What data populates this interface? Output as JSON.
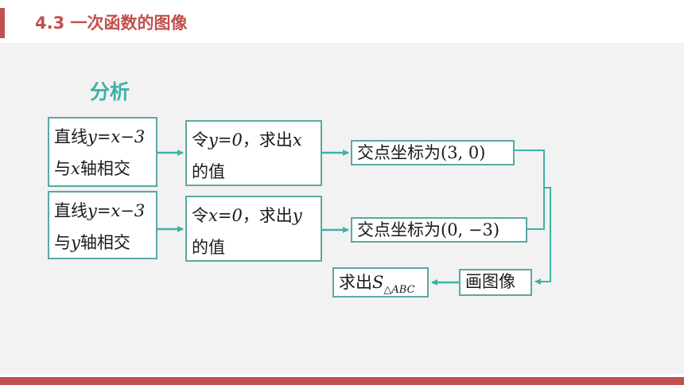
{
  "header": {
    "title": "4.3 一次函数的图像"
  },
  "section": {
    "label": "分析"
  },
  "flow": {
    "line1": {
      "l1a": "直线",
      "l1eq": "y=x−3",
      "l2a": "与",
      "l2var": "x",
      "l2b": "轴相交"
    },
    "line2": {
      "l1a": "直线",
      "l1eq": "y=x−3",
      "l2a": "与",
      "l2var": "y",
      "l2b": "轴相交"
    },
    "let1": {
      "l1a": "令",
      "l1eq": "y=0",
      "l1b": "，求出",
      "l1var": "x",
      "l2": "的值"
    },
    "let2": {
      "l1a": "令",
      "l1eq": "x=0",
      "l1b": "，求出",
      "l1var": "y",
      "l2": "的值"
    },
    "point1": "交点坐标为(3, 0)",
    "point2": "交点坐标为(0, −3)",
    "draw": "画图像",
    "area": {
      "prefix": "求出",
      "var": "S",
      "sub": "△ABC"
    }
  },
  "colors": {
    "accent": "#c0504d",
    "teal": "#3fb1a7",
    "box_border": "#5aa8a4",
    "panel": "#f2f2f2"
  }
}
